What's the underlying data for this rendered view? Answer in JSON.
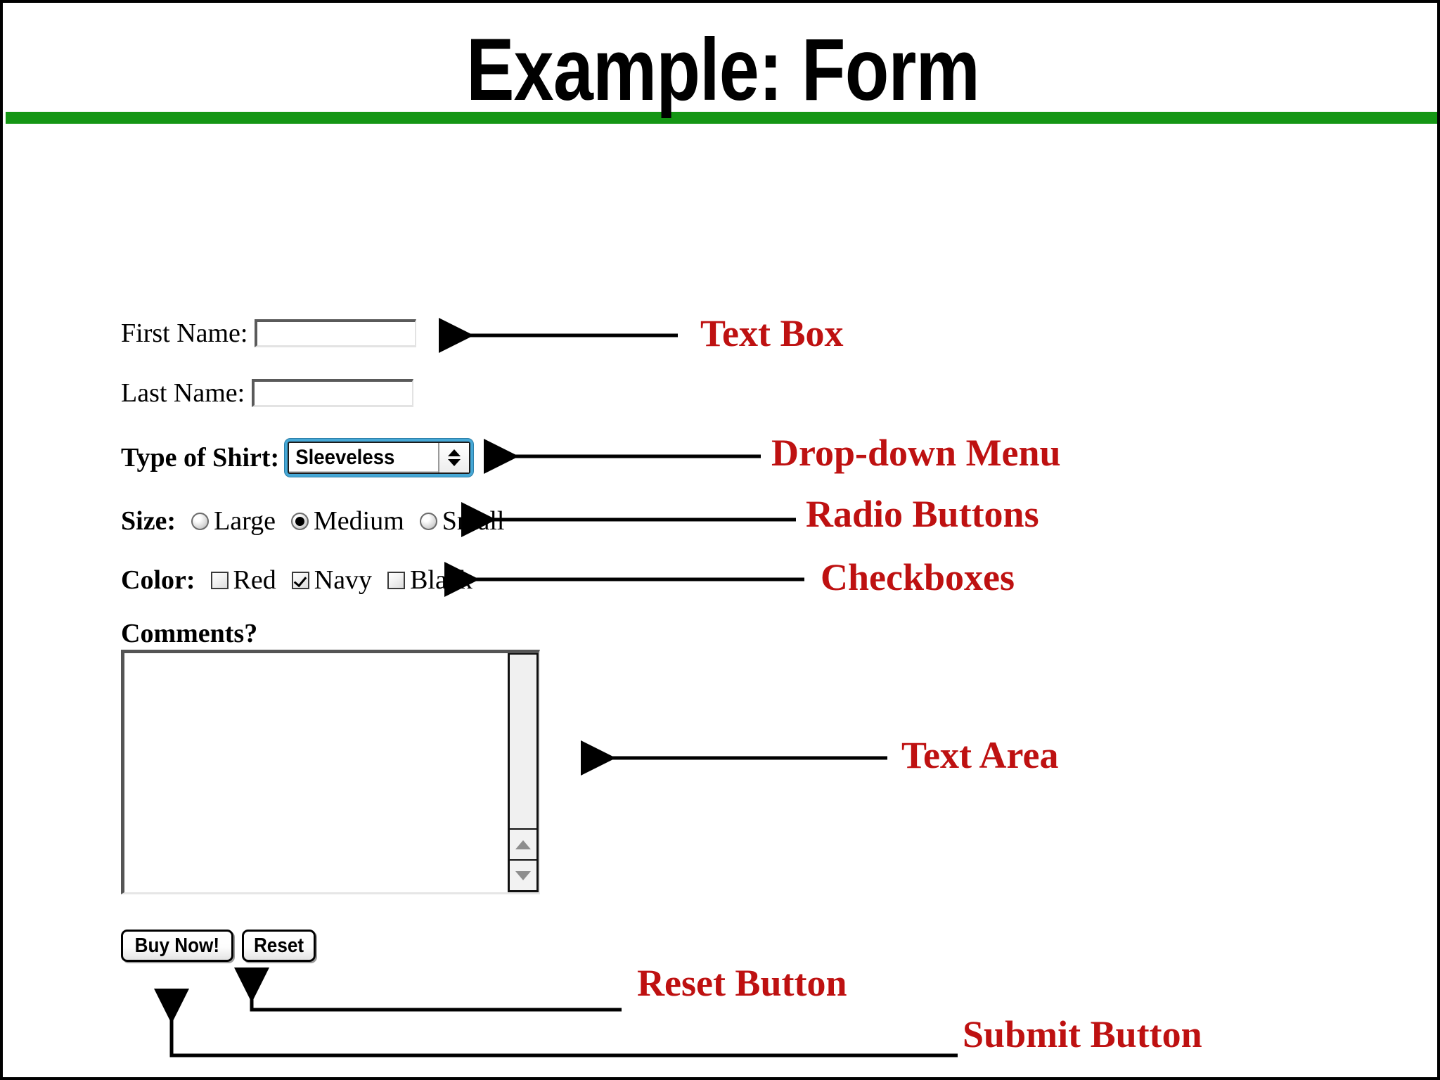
{
  "slide": {
    "title": "Example: Form",
    "rule_color": "#149614",
    "border_color": "#000000",
    "background": "#ffffff"
  },
  "form": {
    "fields": [
      {
        "label": "First Name:",
        "type": "textbox",
        "value": "",
        "placeholder": ""
      },
      {
        "label": "Last Name:",
        "type": "textbox",
        "value": "",
        "placeholder": ""
      }
    ],
    "shirt": {
      "label": "Type of Shirt:",
      "selected": "Sleeveless",
      "options": [
        "Sleeveless"
      ]
    },
    "size": {
      "label": "Size:",
      "options": [
        {
          "label": "Large",
          "checked": false
        },
        {
          "label": "Medium",
          "checked": true
        },
        {
          "label": "Small",
          "checked": false
        }
      ]
    },
    "color": {
      "label": "Color:",
      "options": [
        {
          "label": "Red",
          "checked": false
        },
        {
          "label": "Navy",
          "checked": true
        },
        {
          "label": "Black",
          "checked": false
        }
      ]
    },
    "comments": {
      "label": "Comments?",
      "value": "",
      "placeholder": ""
    },
    "buttons": {
      "submit": "Buy Now!",
      "reset": "Reset"
    }
  },
  "annotations": {
    "color": "#BE1111",
    "items": [
      {
        "text": "Text Box",
        "target": "first-name-textbox"
      },
      {
        "text": "Drop-down Menu",
        "target": "shirt-dropdown"
      },
      {
        "text": "Radio Buttons",
        "target": "size-radio-group"
      },
      {
        "text": "Checkboxes",
        "target": "color-checkbox-group"
      },
      {
        "text": "Text Area",
        "target": "comments-textarea"
      },
      {
        "text": "Reset Button",
        "target": "reset-button"
      },
      {
        "text": "Submit Button",
        "target": "submit-button"
      }
    ]
  }
}
